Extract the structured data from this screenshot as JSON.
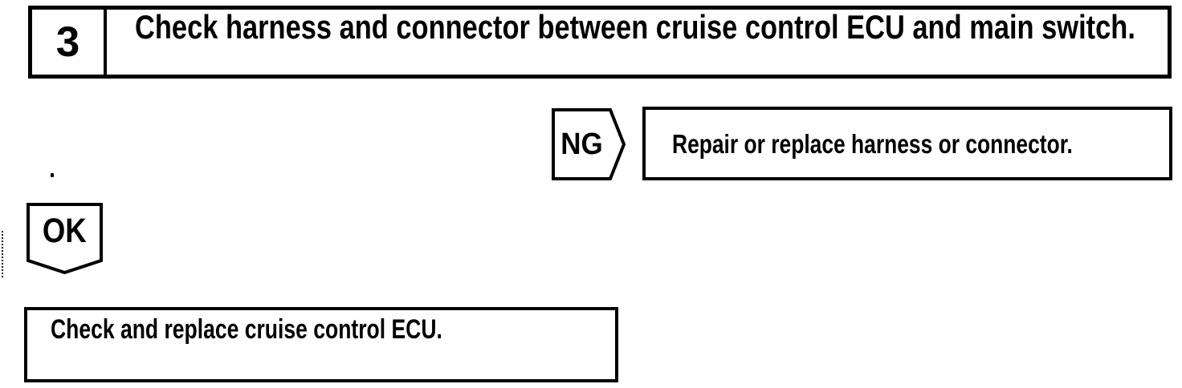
{
  "page": {
    "background": "#ffffff",
    "ink": "#000000",
    "kind": "troubleshooting flowchart step"
  },
  "step": {
    "number": "3",
    "instruction": "Check harness and connector between cruise control ECU and main switch."
  },
  "ng": {
    "label": "NG",
    "action": "Repair or replace harness or connector."
  },
  "ok": {
    "label": "OK",
    "action": "Check and replace cruise control ECU."
  }
}
